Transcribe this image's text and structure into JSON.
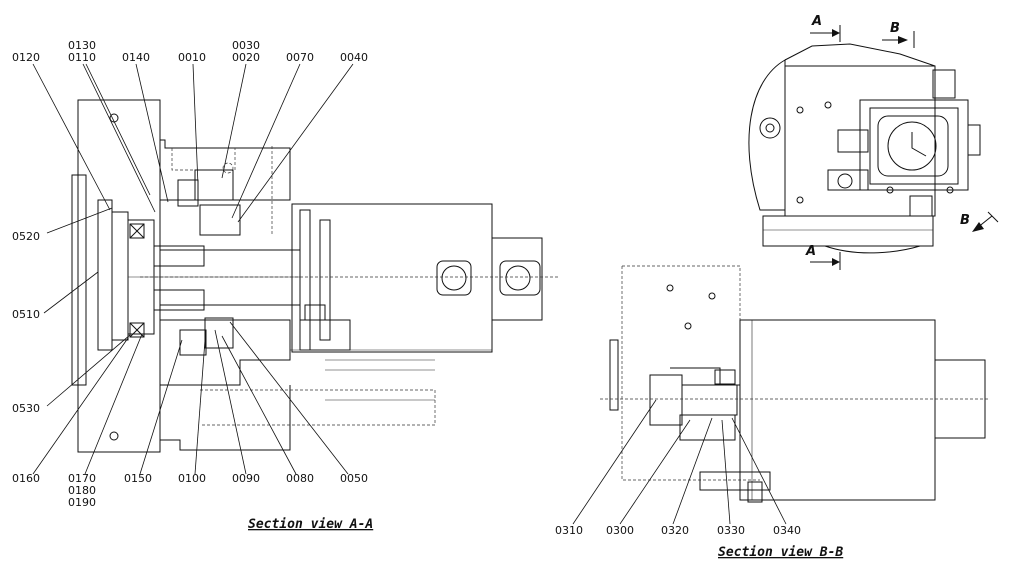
{
  "views": {
    "section_aa": {
      "caption": "Section view A-A",
      "labels": {
        "l0130": "0130",
        "l0110": "0110",
        "l0120": "0120",
        "l0140": "0140",
        "l0010": "0010",
        "l0030": "0030",
        "l0020": "0020",
        "l0070": "0070",
        "l0040": "0040",
        "l0520": "0520",
        "l0510": "0510",
        "l0530": "0530",
        "l0160": "0160",
        "l0170": "0170",
        "l0180": "0180",
        "l0190": "0190",
        "l0150": "0150",
        "l0100": "0100",
        "l0090": "0090",
        "l0080": "0080",
        "l0050": "0050"
      }
    },
    "section_bb": {
      "caption": "Section view B-B",
      "labels": {
        "l0310": "0310",
        "l0300": "0300",
        "l0320": "0320",
        "l0330": "0330",
        "l0340": "0340"
      }
    },
    "top_view": {
      "markers": {
        "a_top": "A",
        "b_top": "B",
        "b_side": "B",
        "a_bottom": "A"
      }
    }
  }
}
